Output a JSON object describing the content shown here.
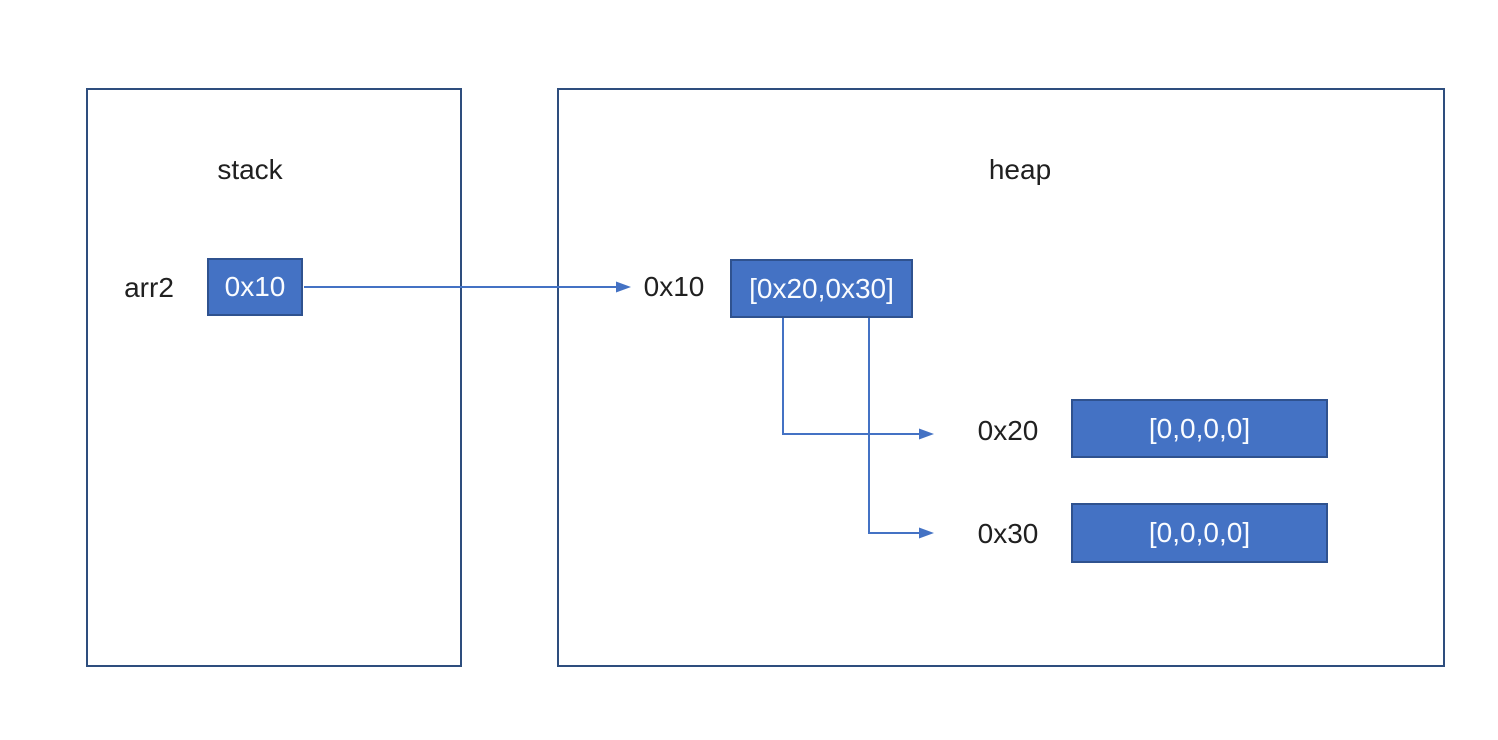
{
  "diagram": {
    "stack": {
      "title": "stack",
      "entries": [
        {
          "label": "arr2",
          "value": "0x10"
        }
      ]
    },
    "heap": {
      "title": "heap",
      "entries": [
        {
          "address": "0x10",
          "value": "[0x20,0x30]"
        },
        {
          "address": "0x20",
          "value": "[0,0,0,0]"
        },
        {
          "address": "0x30",
          "value": "[0,0,0,0]"
        }
      ]
    },
    "pointers": [
      {
        "from": "stack arr2 value 0x10",
        "to": "heap address 0x10"
      },
      {
        "from": "heap 0x10 element 0x20",
        "to": "heap address 0x20"
      },
      {
        "from": "heap 0x10 element 0x30",
        "to": "heap address 0x30"
      }
    ]
  },
  "colors": {
    "cell_fill": "#4472C4",
    "cell_border": "#2F528F",
    "region_border": "#2E4E7E",
    "connector": "#4472C4",
    "text_dark": "#202020",
    "text_light": "#FAFCFF",
    "background": "#FFFFFF"
  }
}
